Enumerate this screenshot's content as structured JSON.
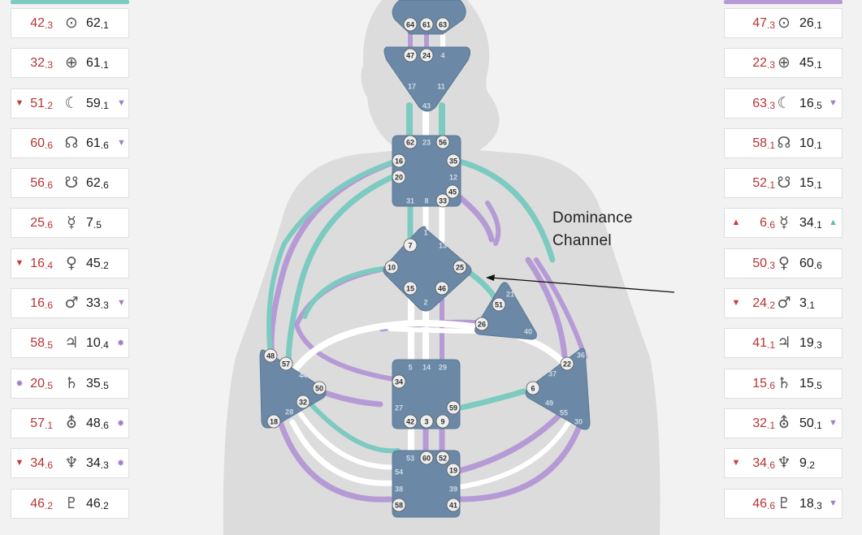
{
  "colors": {
    "design": "#b83434",
    "personality": "#1a1a1a",
    "teal": "#7dcbc0",
    "purple": "#b59ad6",
    "center": "#6b89a7",
    "white": "#ffffff",
    "body": "#dcdcdc"
  },
  "annotation": {
    "line1": "Dominance",
    "line2": "Channel"
  },
  "left_panel": [
    {
      "design": "42",
      "design_line": ".3",
      "symbol": "⊙",
      "planet": "sun",
      "personality": "62",
      "personality_line": ".1",
      "design_mark": "",
      "personality_mark": ""
    },
    {
      "design": "32",
      "design_line": ".3",
      "symbol": "⊕",
      "planet": "earth",
      "personality": "61",
      "personality_line": ".1",
      "design_mark": "",
      "personality_mark": ""
    },
    {
      "design": "51",
      "design_line": ".2",
      "symbol": "☾",
      "planet": "moon",
      "personality": "59",
      "personality_line": ".1",
      "design_mark": "▼",
      "personality_mark": "▼"
    },
    {
      "design": "60",
      "design_line": ".6",
      "symbol": "☊",
      "planet": "north-node",
      "personality": "61",
      "personality_line": ".6",
      "design_mark": "",
      "personality_mark": "▼"
    },
    {
      "design": "56",
      "design_line": ".6",
      "symbol": "☋",
      "planet": "south-node",
      "personality": "62",
      "personality_line": ".6",
      "design_mark": "",
      "personality_mark": ""
    },
    {
      "design": "25",
      "design_line": ".6",
      "symbol": "☿",
      "planet": "mercury",
      "personality": "7",
      "personality_line": ".5",
      "design_mark": "",
      "personality_mark": ""
    },
    {
      "design": "16",
      "design_line": ".4",
      "symbol": "♀",
      "planet": "venus",
      "personality": "45",
      "personality_line": ".2",
      "design_mark": "▼",
      "personality_mark": ""
    },
    {
      "design": "16",
      "design_line": ".6",
      "symbol": "♂",
      "planet": "mars",
      "personality": "33",
      "personality_line": ".3",
      "design_mark": "",
      "personality_mark": "▼"
    },
    {
      "design": "58",
      "design_line": ".5",
      "symbol": "♃",
      "planet": "jupiter",
      "personality": "10",
      "personality_line": ".4",
      "design_mark": "",
      "personality_mark": "✸"
    },
    {
      "design": "20",
      "design_line": ".5",
      "symbol": "♄",
      "planet": "saturn",
      "personality": "35",
      "personality_line": ".5",
      "design_mark": "✸",
      "personality_mark": ""
    },
    {
      "design": "57",
      "design_line": ".1",
      "symbol": "⛢",
      "planet": "uranus",
      "personality": "48",
      "personality_line": ".6",
      "design_mark": "",
      "personality_mark": "✸"
    },
    {
      "design": "34",
      "design_line": ".6",
      "symbol": "♆",
      "planet": "neptune",
      "personality": "34",
      "personality_line": ".3",
      "design_mark": "▼",
      "personality_mark": "✸"
    },
    {
      "design": "46",
      "design_line": ".2",
      "symbol": "♇",
      "planet": "pluto",
      "personality": "46",
      "personality_line": ".2",
      "design_mark": "",
      "personality_mark": ""
    }
  ],
  "right_panel": [
    {
      "design": "47",
      "design_line": ".3",
      "symbol": "⊙",
      "planet": "sun",
      "personality": "26",
      "personality_line": ".1",
      "design_mark": "",
      "personality_mark": ""
    },
    {
      "design": "22",
      "design_line": ".3",
      "symbol": "⊕",
      "planet": "earth",
      "personality": "45",
      "personality_line": ".1",
      "design_mark": "",
      "personality_mark": ""
    },
    {
      "design": "63",
      "design_line": ".3",
      "symbol": "☾",
      "planet": "moon",
      "personality": "16",
      "personality_line": ".5",
      "design_mark": "",
      "personality_mark": "▼"
    },
    {
      "design": "58",
      "design_line": ".1",
      "symbol": "☊",
      "planet": "north-node",
      "personality": "10",
      "personality_line": ".1",
      "design_mark": "",
      "personality_mark": ""
    },
    {
      "design": "52",
      "design_line": ".1",
      "symbol": "☋",
      "planet": "south-node",
      "personality": "15",
      "personality_line": ".1",
      "design_mark": "",
      "personality_mark": ""
    },
    {
      "design": "6",
      "design_line": ".6",
      "symbol": "☿",
      "planet": "mercury",
      "personality": "34",
      "personality_line": ".1",
      "design_mark": "▲",
      "personality_mark": "▲"
    },
    {
      "design": "50",
      "design_line": ".3",
      "symbol": "♀",
      "planet": "venus",
      "personality": "60",
      "personality_line": ".6",
      "design_mark": "",
      "personality_mark": ""
    },
    {
      "design": "24",
      "design_line": ".2",
      "symbol": "♂",
      "planet": "mars",
      "personality": "3",
      "personality_line": ".1",
      "design_mark": "▼",
      "personality_mark": ""
    },
    {
      "design": "41",
      "design_line": ".1",
      "symbol": "♃",
      "planet": "jupiter",
      "personality": "19",
      "personality_line": ".3",
      "design_mark": "",
      "personality_mark": ""
    },
    {
      "design": "15",
      "design_line": ".6",
      "symbol": "♄",
      "planet": "saturn",
      "personality": "15",
      "personality_line": ".5",
      "design_mark": "",
      "personality_mark": ""
    },
    {
      "design": "32",
      "design_line": ".1",
      "symbol": "⛢",
      "planet": "uranus",
      "personality": "50",
      "personality_line": ".1",
      "design_mark": "",
      "personality_mark": "▼"
    },
    {
      "design": "34",
      "design_line": ".6",
      "symbol": "♆",
      "planet": "neptune",
      "personality": "9",
      "personality_line": ".2",
      "design_mark": "▼",
      "personality_mark": ""
    },
    {
      "design": "46",
      "design_line": ".6",
      "symbol": "♇",
      "planet": "pluto",
      "personality": "18",
      "personality_line": ".3",
      "design_mark": "",
      "personality_mark": "▼"
    }
  ],
  "gates": {
    "head": [
      "64",
      "61",
      "63"
    ],
    "ajna": [
      "47",
      "24",
      "4",
      "17",
      "11",
      "43"
    ],
    "throat": [
      "62",
      "23",
      "56",
      "16",
      "35",
      "20",
      "12",
      "45",
      "31",
      "8",
      "33"
    ],
    "g": [
      "1",
      "7",
      "13",
      "10",
      "25",
      "15",
      "46",
      "2"
    ],
    "ego": [
      "21",
      "51",
      "26",
      "40"
    ],
    "spleen": [
      "48",
      "57",
      "44",
      "50",
      "32",
      "28",
      "18"
    ],
    "sacral": [
      "5",
      "14",
      "29",
      "34",
      "27",
      "59",
      "42",
      "3",
      "9"
    ],
    "solar": [
      "36",
      "22",
      "37",
      "6",
      "49",
      "55",
      "30"
    ],
    "root": [
      "53",
      "60",
      "52",
      "54",
      "19",
      "38",
      "39",
      "58",
      "41"
    ]
  }
}
